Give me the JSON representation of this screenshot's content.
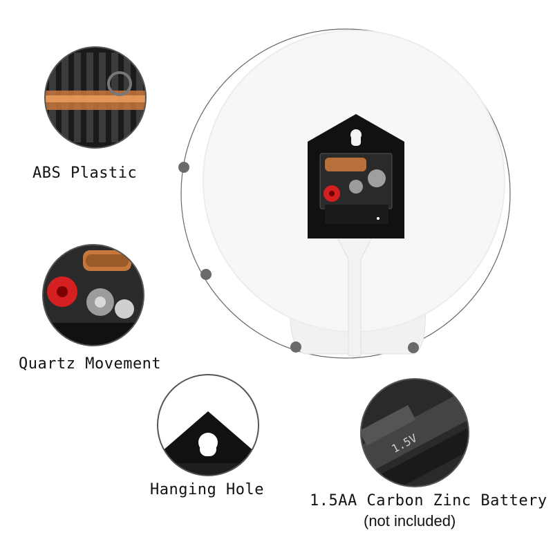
{
  "features": [
    {
      "label": "ABS Plastic",
      "icon": "abs-plastic-closeup"
    },
    {
      "label": "Quartz Movement",
      "icon": "quartz-movement-closeup"
    },
    {
      "label": "Hanging Hole",
      "icon": "hanging-hole-closeup"
    },
    {
      "label": "1.5AA Carbon Zinc Battery",
      "note": "(not included)",
      "icon": "battery-slot-closeup"
    }
  ],
  "battery_marking": "1.5V",
  "colors": {
    "dial": "#f7f7f7",
    "movement_black": "#111111",
    "accent_red": "#d42020",
    "copper": "#c8773c",
    "outline": "#555555"
  }
}
